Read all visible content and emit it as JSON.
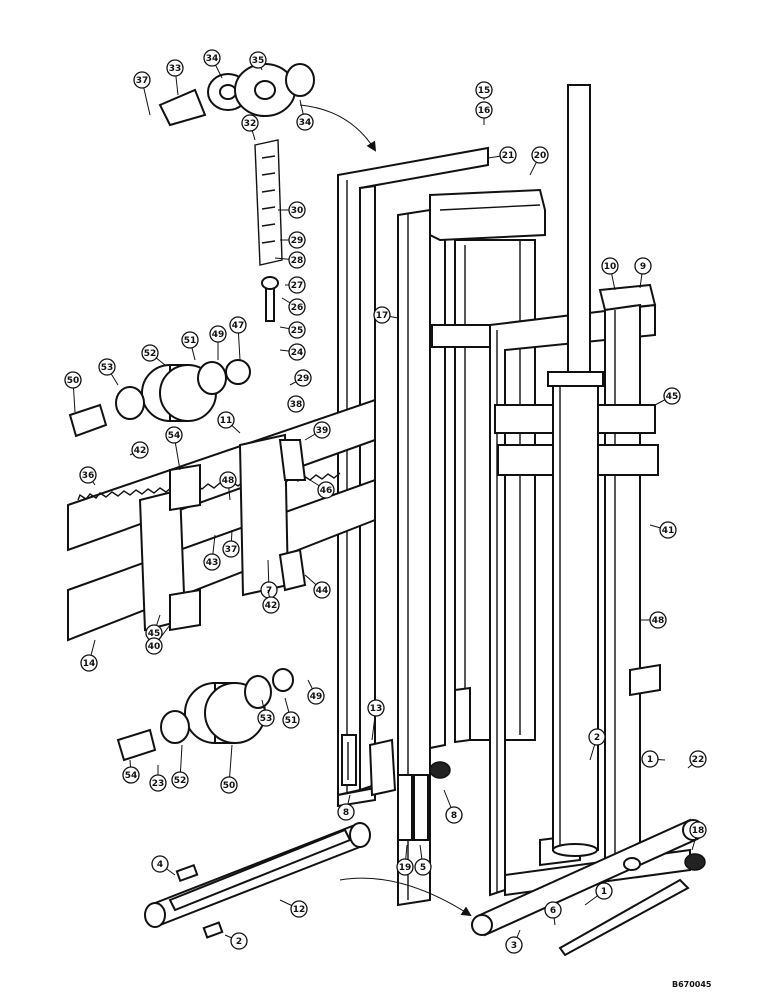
{
  "drawing_ref": "B670045",
  "callouts": [
    "37",
    "33",
    "34",
    "35",
    "34",
    "32",
    "15",
    "16",
    "21",
    "20",
    "30",
    "29",
    "28",
    "27",
    "26",
    "10",
    "9",
    "17",
    "25",
    "24",
    "47",
    "49",
    "51",
    "52",
    "53",
    "50",
    "29",
    "38",
    "11",
    "45",
    "54",
    "42",
    "39",
    "36",
    "48",
    "46",
    "43",
    "37",
    "7",
    "41",
    "42",
    "44",
    "45",
    "40",
    "14",
    "48",
    "49",
    "51",
    "53",
    "52",
    "50",
    "54",
    "23",
    "13",
    "2",
    "1",
    "22",
    "8",
    "8",
    "18",
    "19",
    "5",
    "4",
    "12",
    "1",
    "6",
    "2",
    "3"
  ]
}
